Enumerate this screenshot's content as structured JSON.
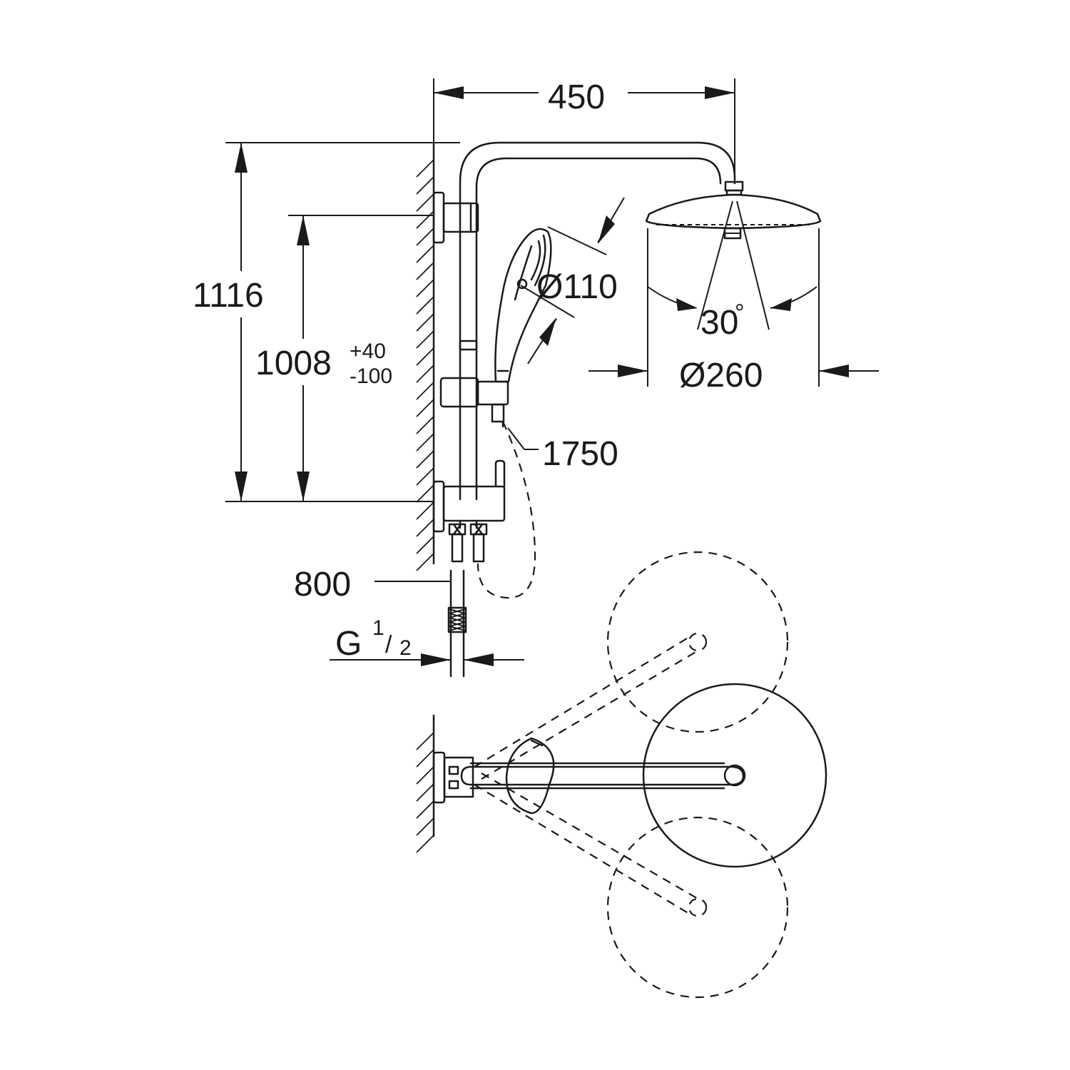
{
  "dimensions": {
    "arm_length": "450",
    "total_height": "1116",
    "adjust_height": "1008",
    "adjust_tol_plus": "+40",
    "adjust_tol_minus": "-100",
    "hand_shower_diameter": "Ø110",
    "head_diameter": "Ø260",
    "spray_angle": "30",
    "degree_symbol": "°",
    "hose_length": "1750",
    "connection_length": "800",
    "thread_letter": "G",
    "thread_num": "1",
    "thread_slash": "/",
    "thread_den": "2"
  },
  "colors": {
    "line": "#1a1a1a",
    "background": "#ffffff"
  }
}
